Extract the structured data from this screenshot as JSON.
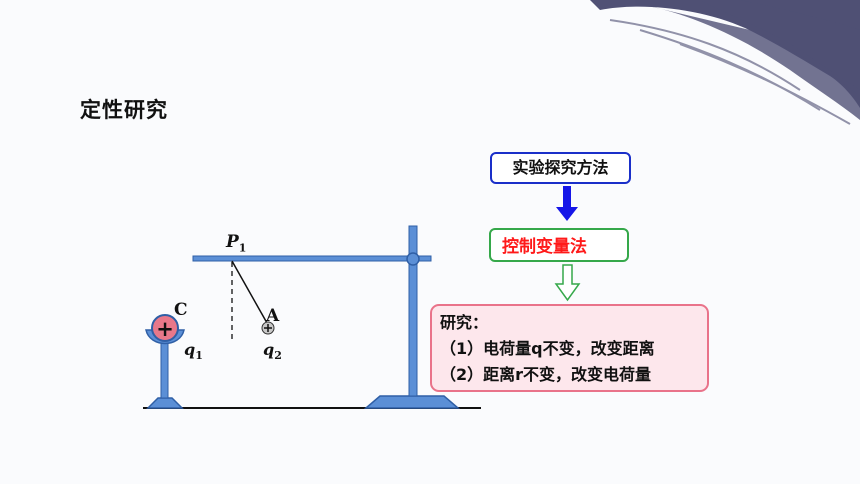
{
  "title": "定性研究",
  "flow": {
    "method": "实验探究方法",
    "control": "控制变量法",
    "research_title": "研究：",
    "research_lines": [
      "（1）电荷量q不变，改变距离",
      "（2）距离r不变，改变电荷量"
    ]
  },
  "labels": {
    "p": "P",
    "p_sub": "1",
    "a": "A",
    "c": "C",
    "q1": "q",
    "q1_sub": "1",
    "q2": "q",
    "q2_sub": "2",
    "plus": "+"
  },
  "colors": {
    "stand": "#5b8fd6",
    "stand_edge": "#2f5fa6",
    "arrow_blue": "#1616e8",
    "arrow_green": "#35a84a",
    "sphere_c": "#e8788a",
    "brush": "#3d3e66"
  }
}
